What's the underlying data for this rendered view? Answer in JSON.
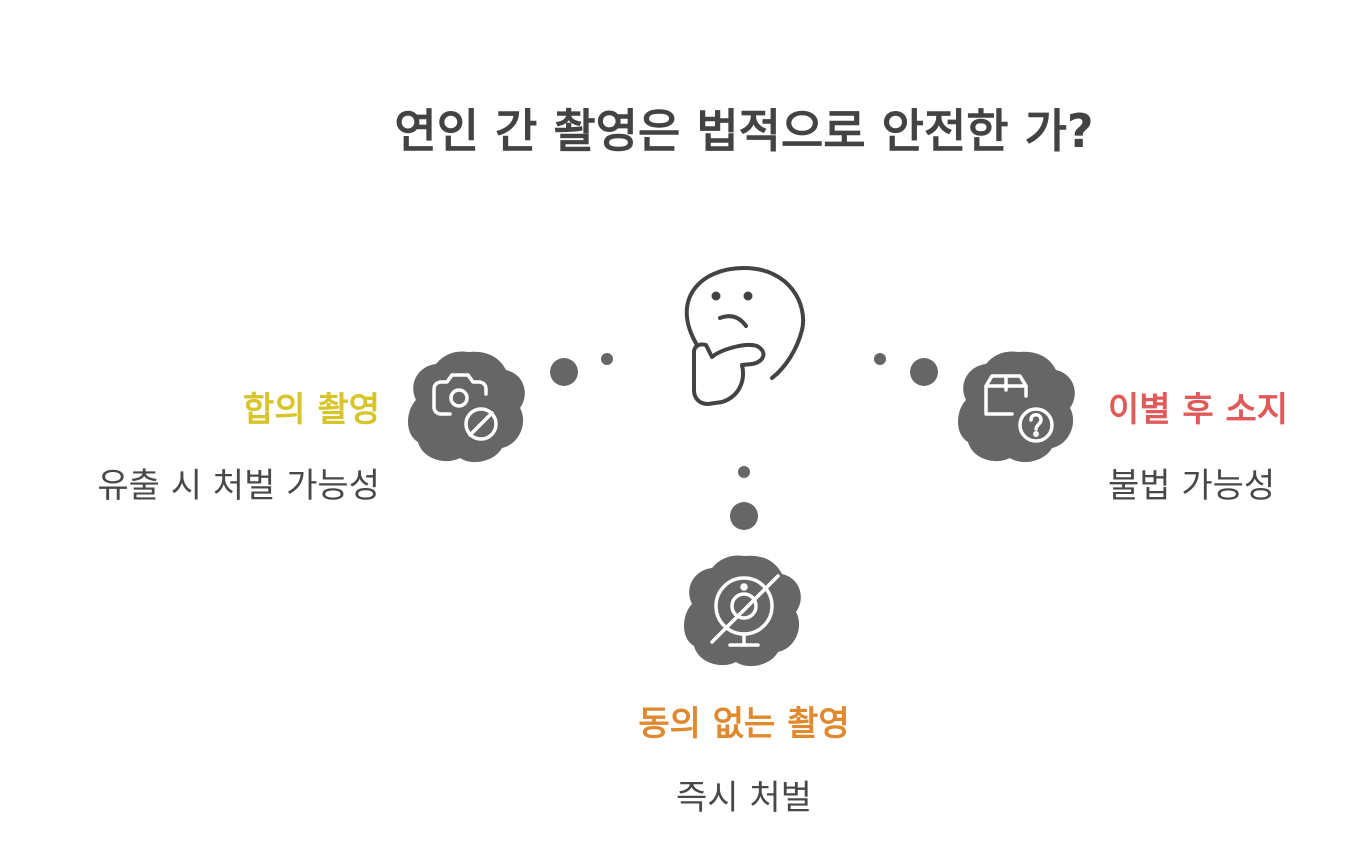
{
  "title": "연인 간 촬영은 법적으로 안전한 가?",
  "colors": {
    "left": "#d8c52a",
    "right": "#e05a5a",
    "bottom": "#e0892e",
    "blob": "#666666",
    "ink": "#434343"
  },
  "center": {
    "icon": "thinking-face-icon"
  },
  "options": {
    "left": {
      "label": "합의 촬영",
      "desc": "유출 시 처벌 가능성",
      "icon": "camera-prohibited-icon"
    },
    "right": {
      "label": "이별 후 소지",
      "desc": "불법 가능성",
      "icon": "package-question-icon"
    },
    "bottom": {
      "label": "동의 없는 촬영",
      "desc": "즉시 처벌",
      "icon": "webcam-off-icon"
    }
  }
}
